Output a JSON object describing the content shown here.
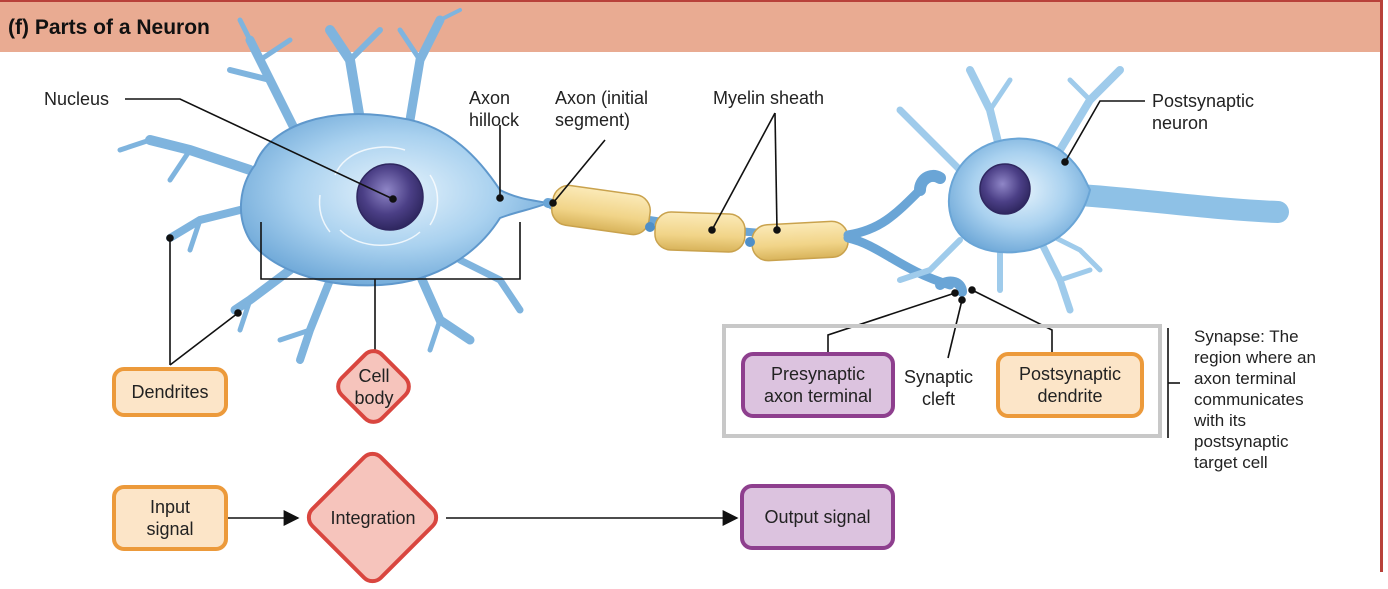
{
  "title": "(f) Parts of a Neuron",
  "labels": {
    "nucleus": "Nucleus",
    "axon_hillock": "Axon\nhillock",
    "axon_initial": "Axon (initial\nsegment)",
    "myelin": "Myelin sheath",
    "postsynaptic_neuron": "Postsynaptic\nneuron",
    "synaptic_cleft": "Synaptic\ncleft",
    "synapse_note": "Synapse: The\nregion where an\naxon terminal\ncommunicates\nwith its\npostsynaptic\ntarget cell"
  },
  "boxes": {
    "dendrites": "Dendrites",
    "cell_body": "Cell\nbody",
    "presynaptic": "Presynaptic\naxon terminal",
    "postsynaptic_dendrite": "Postsynaptic\ndendrite",
    "input_signal": "Input\nsignal",
    "integration": "Integration",
    "output_signal": "Output signal"
  },
  "colors": {
    "title_band": "#e9ab92",
    "frame_red": "#b8413a",
    "orange_border": "#ec9a3b",
    "orange_fill": "#fce5c8",
    "purple_border": "#8e3f8e",
    "purple_fill": "#dcc3df",
    "red_border": "#d9463f",
    "red_fill": "#f6c4bc",
    "neuron_blue": "#8cc0e6",
    "myelin_yellow": "#f4dc98",
    "nucleus_purple": "#4b3f86"
  }
}
